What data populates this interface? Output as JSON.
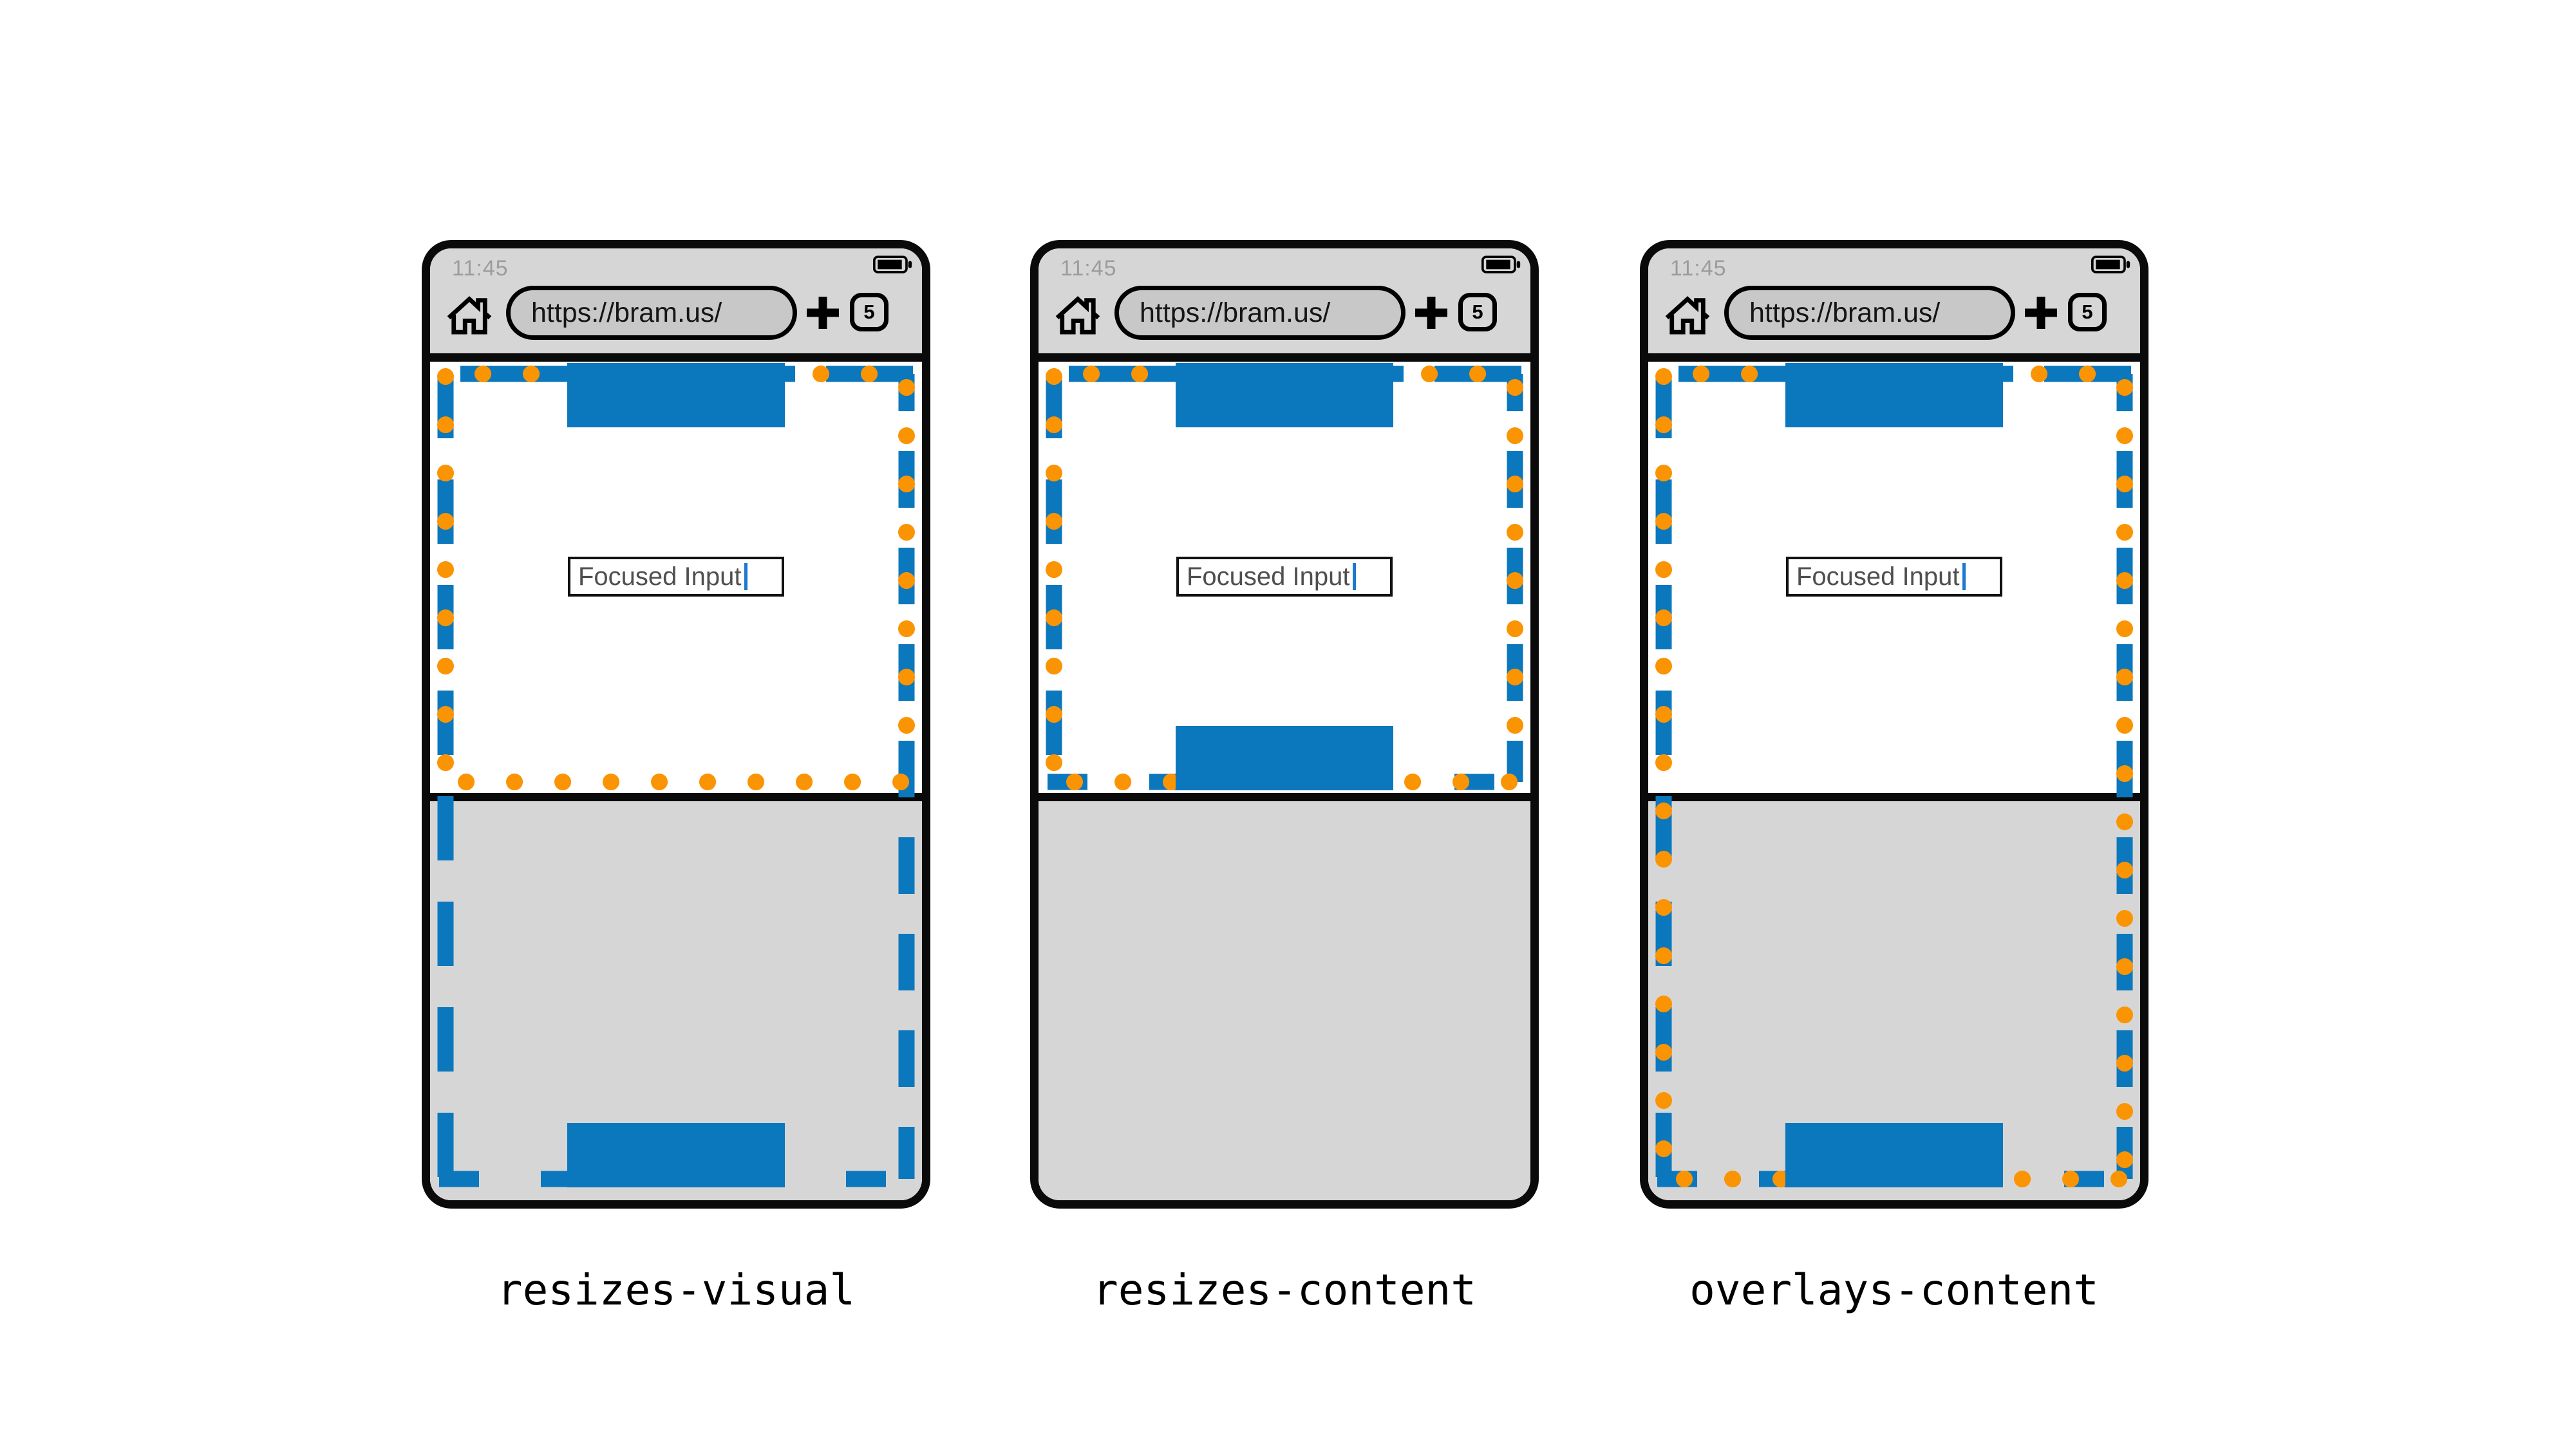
{
  "colors": {
    "blue": "#0b77bd",
    "orange": "#fb9402",
    "frame": "#0a0a0a",
    "chrome": "#d6d6d6",
    "keyboard": "#d6d6d6",
    "pill": "#c8c8c8",
    "status": "#9c9c9c",
    "urltext": "#151515",
    "inputtext": "#4f4f4f",
    "caret": "#1b79cf"
  },
  "icons": {
    "battery": "battery-full-icon",
    "home": "home-icon",
    "new_tab": "plus-icon",
    "text_cursor": "caret"
  },
  "phones": [
    {
      "label": "resizes-visual",
      "status_time": "11:45",
      "url": "https://bram.us/",
      "tab_count": "5",
      "input_value": "Focused Input"
    },
    {
      "label": "resizes-content",
      "status_time": "11:45",
      "url": "https://bram.us/",
      "tab_count": "5",
      "input_value": "Focused Input"
    },
    {
      "label": "overlays-content",
      "status_time": "11:45",
      "url": "https://bram.us/",
      "tab_count": "5",
      "input_value": "Focused Input"
    }
  ]
}
